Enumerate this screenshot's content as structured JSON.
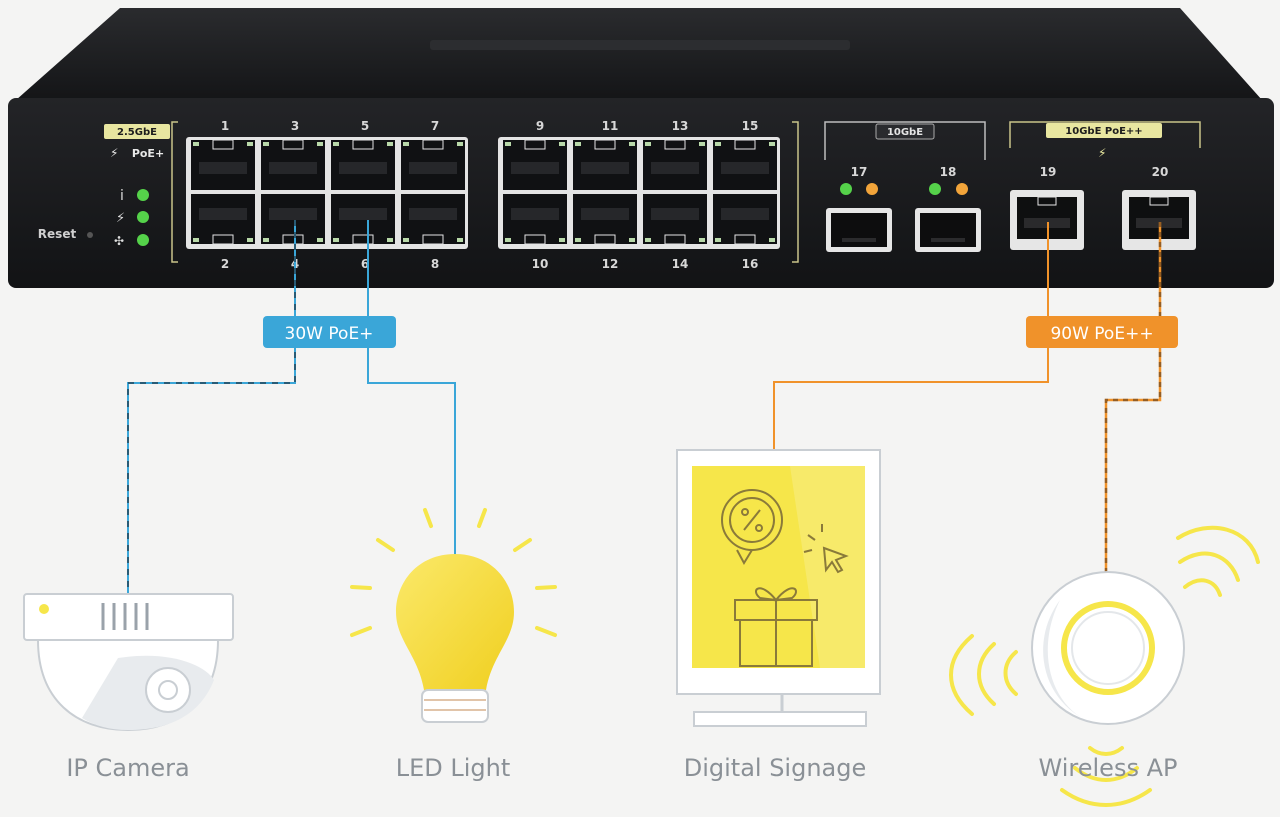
{
  "switch": {
    "reset_label": "Reset",
    "group_25": {
      "speed": "2.5GbE",
      "poe": "PoE+"
    },
    "group_10": {
      "label": "10GbE"
    },
    "group_10poe": {
      "label": "10GbE PoE++"
    },
    "ports_top_left": [
      "1",
      "3",
      "5",
      "7"
    ],
    "ports_top_right": [
      "9",
      "11",
      "13",
      "15"
    ],
    "ports_bottom_left": [
      "2",
      "4",
      "6",
      "8"
    ],
    "ports_bottom_right": [
      "10",
      "12",
      "14",
      "16"
    ],
    "sfp_ports": [
      "17",
      "18"
    ],
    "poe_ports": [
      "19",
      "20"
    ]
  },
  "badges": {
    "poe_plus": "30W PoE+",
    "poe_plusplus": "90W PoE++"
  },
  "devices": {
    "ip_camera": "IP Camera",
    "led_light": "LED Light",
    "digital_signage": "Digital Signage",
    "wireless_ap": "Wireless AP"
  },
  "colors": {
    "switch_body": "#1b1c1e",
    "poe_blue": "#3aa6d8",
    "poe_orange": "#f0922a",
    "accent_yellow": "#f6e64a",
    "led_green": "#55d24a",
    "led_orange": "#f2a43a"
  }
}
